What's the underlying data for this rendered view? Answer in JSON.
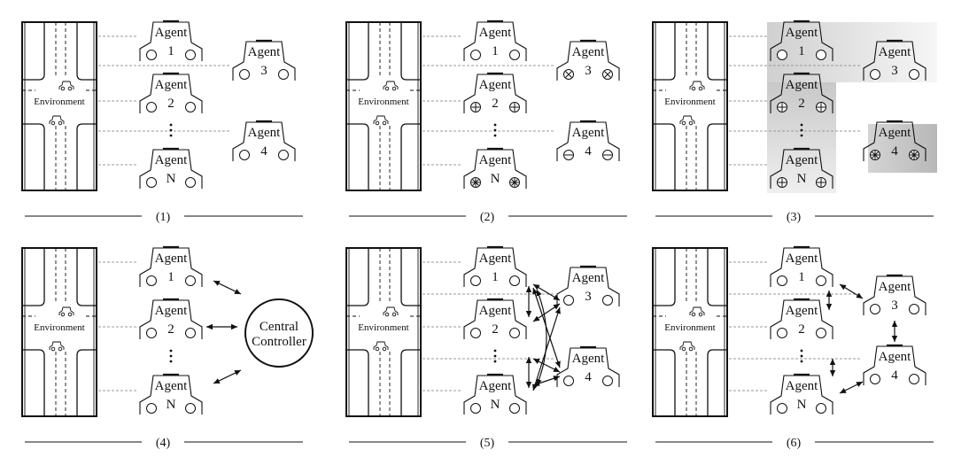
{
  "environment_label": "Environment",
  "agent_word": "Agent",
  "central_controller": [
    "Central",
    "Controller"
  ],
  "panels": [
    {
      "label": "(1)",
      "agents": [
        {
          "id": "1",
          "wheel": "circle"
        },
        {
          "id": "2",
          "wheel": "circle"
        },
        {
          "id": "N",
          "wheel": "circle"
        },
        {
          "id": "3",
          "wheel": "circle"
        },
        {
          "id": "4",
          "wheel": "circle"
        }
      ]
    },
    {
      "label": "(2)",
      "agents": [
        {
          "id": "1",
          "wheel": "circle"
        },
        {
          "id": "2",
          "wheel": "plus"
        },
        {
          "id": "N",
          "wheel": "star"
        },
        {
          "id": "3",
          "wheel": "times"
        },
        {
          "id": "4",
          "wheel": "minus"
        }
      ]
    },
    {
      "label": "(3)",
      "agents": [
        {
          "id": "1",
          "wheel": "circle"
        },
        {
          "id": "2",
          "wheel": "plus"
        },
        {
          "id": "N",
          "wheel": "plus"
        },
        {
          "id": "3",
          "wheel": "circle"
        },
        {
          "id": "4",
          "wheel": "star"
        }
      ]
    },
    {
      "label": "(4)",
      "agents": [
        {
          "id": "1",
          "wheel": "circle"
        },
        {
          "id": "2",
          "wheel": "circle"
        },
        {
          "id": "N",
          "wheel": "circle"
        }
      ]
    },
    {
      "label": "(5)",
      "agents": [
        {
          "id": "1",
          "wheel": "circle"
        },
        {
          "id": "2",
          "wheel": "circle"
        },
        {
          "id": "N",
          "wheel": "circle"
        },
        {
          "id": "3",
          "wheel": "circle"
        },
        {
          "id": "4",
          "wheel": "circle"
        }
      ]
    },
    {
      "label": "(6)",
      "agents": [
        {
          "id": "1",
          "wheel": "circle"
        },
        {
          "id": "2",
          "wheel": "circle"
        },
        {
          "id": "N",
          "wheel": "circle"
        },
        {
          "id": "3",
          "wheel": "circle"
        },
        {
          "id": "4",
          "wheel": "circle"
        }
      ]
    }
  ]
}
